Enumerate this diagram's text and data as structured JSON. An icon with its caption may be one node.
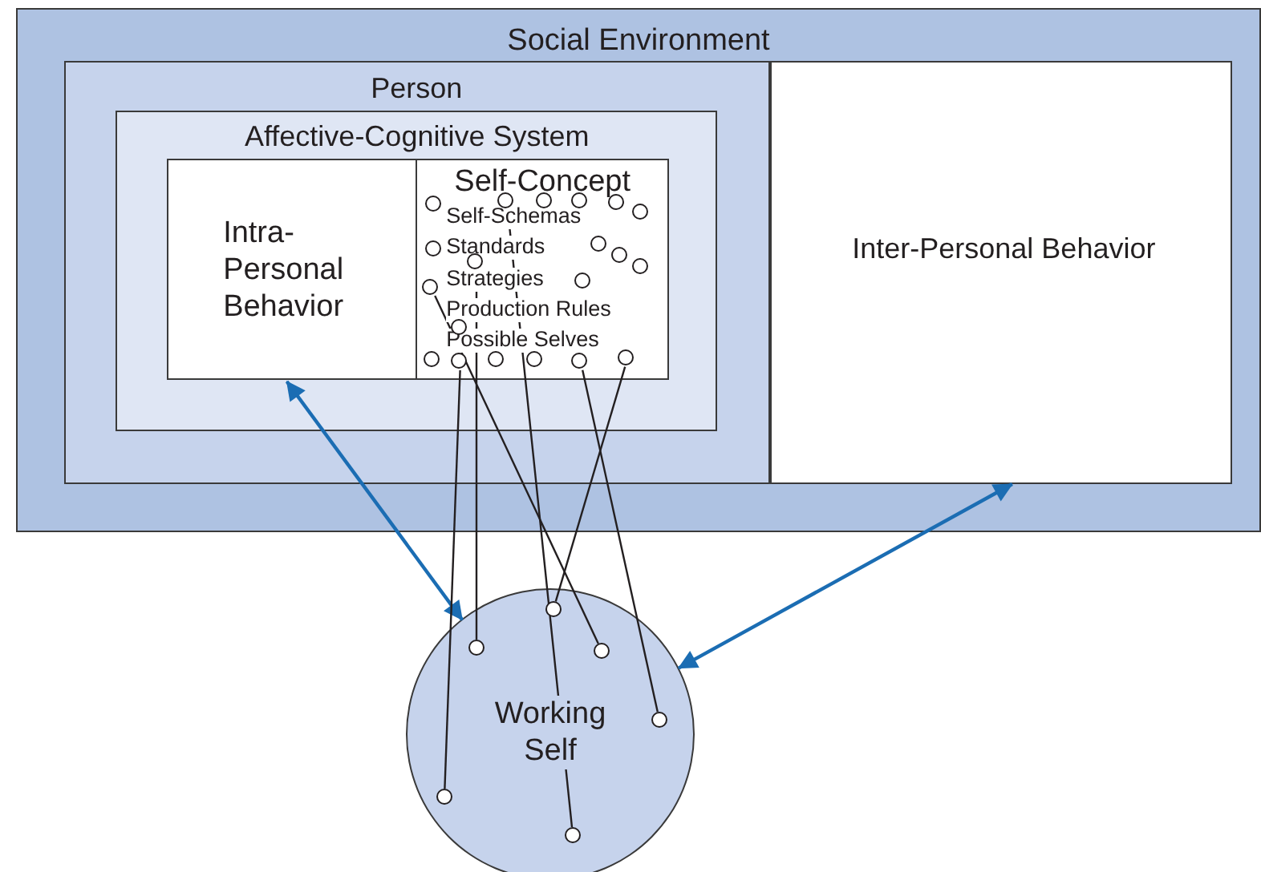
{
  "diagram": {
    "nodes": [
      {
        "text": [
          "Social Environment"
        ]
      },
      {
        "text": [
          "Person"
        ],
        "in": 0
      },
      {
        "text": [
          "Inter-Personal Behavior"
        ],
        "in": 0
      },
      {
        "text": [
          "Affective-Cognitive System"
        ],
        "in": 1
      },
      {
        "text": [
          "Intra-Personal Behavior"
        ],
        "in": 3
      },
      {
        "text": [
          "Self-Concept",
          "Self-Schemas",
          "Standards",
          "Strategies",
          "Production Rules",
          "Possible Selves"
        ],
        "in": 3
      },
      {
        "text": [
          "Working Self"
        ]
      },
      {
        "text": [],
        "shape": "circle",
        "in": 5
      },
      {
        "text": [],
        "shape": "circle",
        "in": 5
      },
      {
        "text": [],
        "shape": "circle",
        "in": 5
      },
      {
        "text": [],
        "shape": "circle",
        "in": 5
      },
      {
        "text": [],
        "shape": "circle",
        "in": 5
      },
      {
        "text": [],
        "shape": "circle",
        "in": 5
      },
      {
        "text": [],
        "shape": "circle",
        "in": 5
      },
      {
        "text": [],
        "shape": "circle",
        "in": 5
      },
      {
        "text": [],
        "shape": "circle",
        "in": 5
      },
      {
        "text": [],
        "shape": "circle",
        "in": 5
      },
      {
        "text": [],
        "shape": "circle",
        "in": 5
      },
      {
        "text": [],
        "shape": "circle",
        "in": 5
      },
      {
        "text": [],
        "shape": "circle",
        "in": 5
      },
      {
        "text": [],
        "shape": "circle",
        "in": 5
      },
      {
        "text": [],
        "shape": "circle",
        "in": 5
      },
      {
        "text": [],
        "shape": "circle",
        "in": 5
      },
      {
        "text": [],
        "shape": "circle",
        "in": 5
      },
      {
        "text": [],
        "shape": "circle",
        "in": 5
      },
      {
        "text": [],
        "shape": "circle",
        "in": 5
      },
      {
        "text": [],
        "shape": "circle",
        "in": 5
      },
      {
        "text": [],
        "shape": "circle",
        "in": 6
      },
      {
        "text": [],
        "shape": "circle",
        "in": 6
      },
      {
        "text": [],
        "shape": "circle",
        "in": 6
      },
      {
        "text": [],
        "shape": "circle",
        "in": 6
      },
      {
        "text": [],
        "shape": "circle",
        "in": 6
      },
      {
        "text": [],
        "shape": "circle",
        "in": 6
      }
    ],
    "edges": [
      {
        "from": 4,
        "to": 6,
        "arrow": "both",
        "color": "#1b6db3"
      },
      {
        "from": 2,
        "to": 6,
        "arrow": "both",
        "color": "#1b6db3"
      },
      {
        "from": 8,
        "to": 32,
        "arrow": "none"
      },
      {
        "from": 16,
        "to": 28,
        "arrow": "none"
      },
      {
        "from": 19,
        "to": 29,
        "arrow": "none"
      },
      {
        "from": 22,
        "to": 31,
        "arrow": "none"
      },
      {
        "from": 25,
        "to": 30,
        "arrow": "none"
      },
      {
        "from": 26,
        "to": 27,
        "arrow": "none"
      }
    ]
  }
}
